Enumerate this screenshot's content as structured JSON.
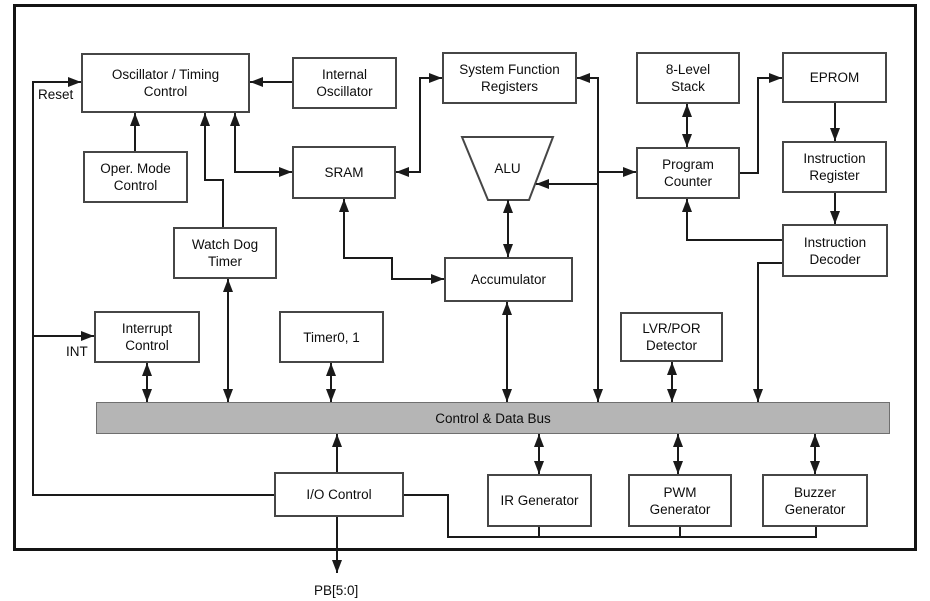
{
  "diagram": {
    "type": "microcontroller-block-diagram",
    "nodes": {
      "osc_timing": {
        "label": "Oscillator / Timing\nControl"
      },
      "internal_osc": {
        "label": "Internal\nOscillator"
      },
      "sys_func_reg": {
        "label": "System Function\nRegisters"
      },
      "stack": {
        "label": "8-Level\nStack"
      },
      "eprom": {
        "label": "EPROM"
      },
      "oper_mode": {
        "label": "Oper. Mode\nControl"
      },
      "sram": {
        "label": "SRAM"
      },
      "alu": {
        "label": "ALU"
      },
      "program_counter": {
        "label": "Program\nCounter"
      },
      "instr_register": {
        "label": "Instruction\nRegister"
      },
      "watchdog": {
        "label": "Watch Dog\nTimer"
      },
      "accumulator": {
        "label": "Accumulator"
      },
      "instr_decoder": {
        "label": "Instruction\nDecoder"
      },
      "interrupt_ctl": {
        "label": "Interrupt\nControl"
      },
      "timer": {
        "label": "Timer0, 1"
      },
      "lvr_por": {
        "label": "LVR/POR\nDetector"
      },
      "io_control": {
        "label": "I/O Control"
      },
      "ir_gen": {
        "label": "IR Generator"
      },
      "pwm_gen": {
        "label": "PWM\nGenerator"
      },
      "buzzer_gen": {
        "label": "Buzzer\nGenerator"
      }
    },
    "bus": {
      "label": "Control & Data Bus"
    },
    "pins": {
      "reset": "Reset",
      "int": "INT",
      "port_b": "PB[5:0]"
    },
    "connections": [
      {
        "from": "reset_pin",
        "to": "osc_timing",
        "bidirectional": false
      },
      {
        "from": "int_pin",
        "to": "interrupt_ctl",
        "bidirectional": false
      },
      {
        "from": "oper_mode",
        "to": "osc_timing",
        "bidirectional": false
      },
      {
        "from": "watchdog",
        "to": "osc_timing",
        "bidirectional": false
      },
      {
        "from": "internal_osc",
        "to": "osc_timing",
        "bidirectional": false
      },
      {
        "from": "osc_timing",
        "to": "sram",
        "bidirectional": true
      },
      {
        "from": "sram",
        "to": "sys_func_reg",
        "bidirectional": true
      },
      {
        "from": "sram",
        "to": "accumulator",
        "bidirectional": true
      },
      {
        "from": "bus",
        "to": "sys_func_reg",
        "bidirectional": true
      },
      {
        "from": "bus",
        "to": "program_counter",
        "bidirectional": false
      },
      {
        "from": "bus",
        "to": "alu",
        "bidirectional": false
      },
      {
        "from": "stack",
        "to": "program_counter",
        "bidirectional": true
      },
      {
        "from": "program_counter",
        "to": "eprom",
        "bidirectional": false
      },
      {
        "from": "eprom",
        "to": "instr_register",
        "bidirectional": false
      },
      {
        "from": "instr_register",
        "to": "instr_decoder",
        "bidirectional": false
      },
      {
        "from": "instr_decoder",
        "to": "program_counter",
        "bidirectional": false
      },
      {
        "from": "instr_decoder",
        "to": "bus",
        "bidirectional": false
      },
      {
        "from": "alu",
        "to": "accumulator",
        "bidirectional": true
      },
      {
        "from": "watchdog",
        "to": "bus",
        "bidirectional": true
      },
      {
        "from": "interrupt_ctl",
        "to": "bus",
        "bidirectional": true
      },
      {
        "from": "timer",
        "to": "bus",
        "bidirectional": true
      },
      {
        "from": "accumulator",
        "to": "bus",
        "bidirectional": true
      },
      {
        "from": "lvr_por",
        "to": "bus",
        "bidirectional": true
      },
      {
        "from": "io_control",
        "to": "bus",
        "bidirectional": false
      },
      {
        "from": "io_control",
        "to": "port_b_pin",
        "bidirectional": false
      },
      {
        "from": "bus",
        "to": "ir_gen",
        "bidirectional": true
      },
      {
        "from": "bus",
        "to": "pwm_gen",
        "bidirectional": true
      },
      {
        "from": "bus",
        "to": "buzzer_gen",
        "bidirectional": true
      },
      {
        "from": "io_control",
        "to": "generator_io_line",
        "bidirectional": false
      }
    ],
    "colors": {
      "background": "#ffffff",
      "line": "#1a1a1a",
      "box_border": "#464646",
      "box_fill": "#ffffff",
      "bus_fill": "#b5b5b5",
      "bus_border": "#6f6f6f",
      "outer_border": "#141414",
      "text": "#0d0d0d"
    }
  }
}
